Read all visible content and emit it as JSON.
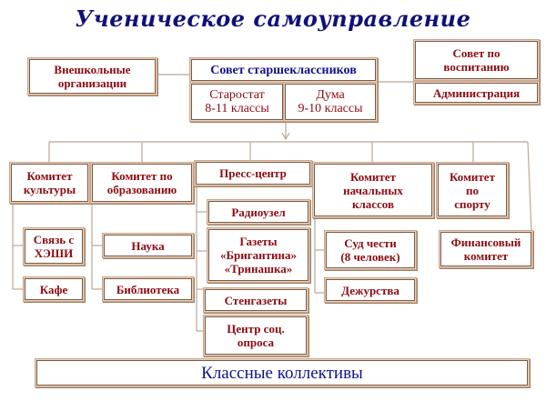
{
  "title": "Ученическое самоуправление",
  "top": {
    "external": "Внешкольные\nорганизации",
    "senior_council": "Совет старшеклассников",
    "starostat": "Старостат\n8-11 классы",
    "duma": "Дума\n9-10 классы",
    "upbringing_council": "Совет по\nвоспитанию",
    "administration": "Администрация"
  },
  "committees": {
    "culture": "Комитет\nкультуры",
    "education": "Комитет по\nобразованию",
    "press": "Пресс-центр",
    "primary": "Комитет\nначальных\nклассов",
    "sport": "Комитет\nпо\nспорту",
    "finance": "Финансовый\nкомитет"
  },
  "sub": {
    "hesh": "Связь с\nХЭШИ",
    "cafe": "Кафе",
    "science": "Наука",
    "library": "Библиотека",
    "radio": "Радиоузел",
    "newspapers": "Газеты\n«Бригантина»\n«Тринашка»",
    "wall_papers": "Стенгазеты",
    "poll_center": "Центр соц.\nопроса",
    "honor_court": "Суд чести\n(8 человек)",
    "duty": "Дежурства"
  },
  "bottom": "Классные коллективы"
}
